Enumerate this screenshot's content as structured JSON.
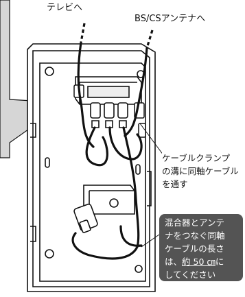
{
  "labels": {
    "tv": "テレビへ",
    "bs_cs": "BS/CSアンテナへ"
  },
  "clamp_callout": {
    "line1": "ケーブルクランプ",
    "line2": "の溝に同軸ケーブル",
    "line3": "を通す"
  },
  "length_note": {
    "line1": "混合器とアンテ",
    "line2": "ナをつなぐ同軸",
    "line3": "ケーブルの長さ",
    "line4_prefix": "は、",
    "line4_value": "約 50 ㎝",
    "line4_suffix": "に",
    "line5": "してください"
  },
  "colors": {
    "line": "#111111",
    "panel_shade": "#d6d6d6",
    "note_bg": "#545454",
    "note_text": "#ffffff"
  }
}
